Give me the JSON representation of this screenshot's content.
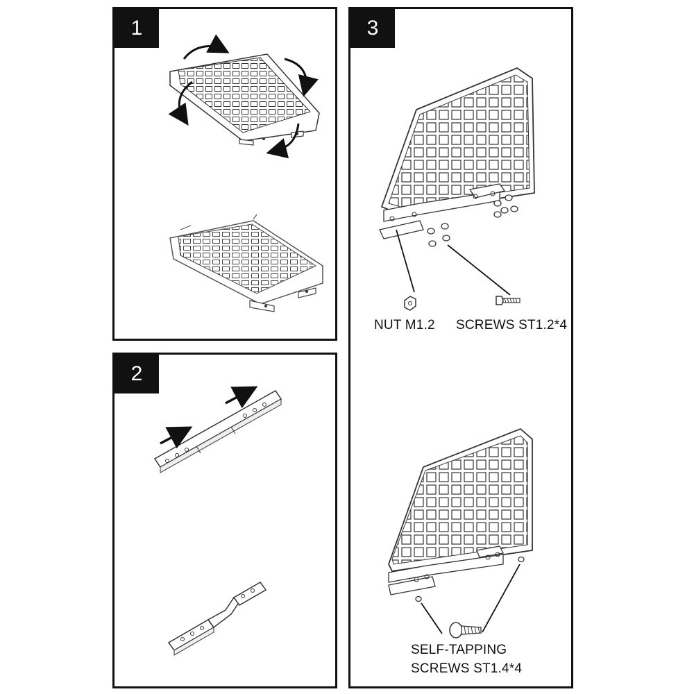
{
  "steps": [
    {
      "number": "1"
    },
    {
      "number": "2"
    },
    {
      "number": "3"
    }
  ],
  "labels": {
    "nut": "NUT  M1.2",
    "screws": "SCREWS ST1.2*4",
    "self_tapping_line1": "SELF-TAPPING",
    "self_tapping_line2": "SCREWS ST1.4*4"
  }
}
